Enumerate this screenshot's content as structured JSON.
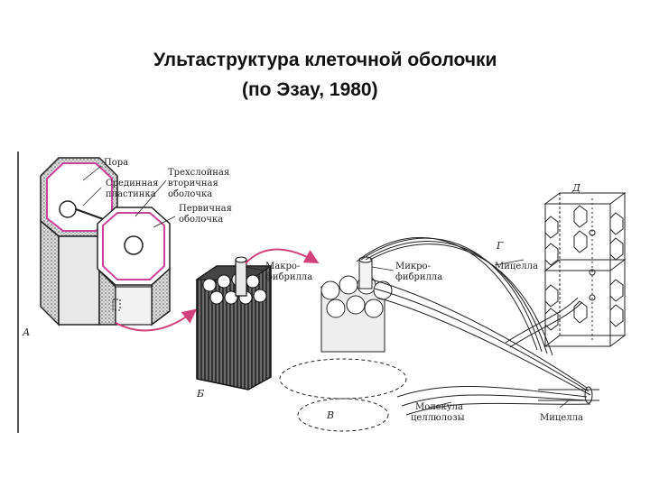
{
  "title": {
    "line1": "Ультаструктура клеточной оболочки",
    "line2": "(по Эзау, 1980)"
  },
  "labels": {
    "pora": "Пора",
    "srednyaya_1": "Срединная",
    "srednyaya_2": "пластинка",
    "trekh_1": "Трехслойная",
    "trekh_2": "вторичная",
    "trekh_3": "оболочка",
    "perv_1": "Первичная",
    "perv_2": "оболочка",
    "makro_b_1": "Макро-",
    "makro_b_2": "фибрилла",
    "mikro_1": "Микро-",
    "mikro_2": "фибрилла",
    "micella_g": "Мицелла",
    "molekula_1": "Молекула",
    "molekula_2": "целлюлозы",
    "micella_bottom": "Мицелла"
  },
  "panel_letters": {
    "a": "А",
    "b": "Б",
    "v": "В",
    "g": "Г",
    "d": "Д"
  },
  "colors": {
    "arrow": "#d0407a",
    "line": "#222222",
    "pink_layer": "#c8469a"
  }
}
